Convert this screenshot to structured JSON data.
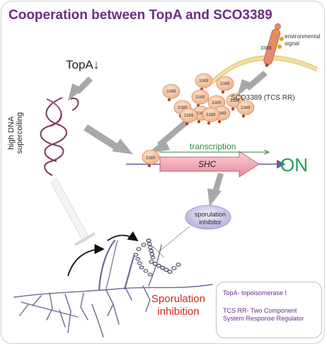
{
  "title": "Cooperation between TopA and SCO3389",
  "topa_label": "TopA↓",
  "high_dna_label": "high DNA supercoiling",
  "env_signal_label": "environmental signal",
  "membrane_protein_label": "3389",
  "sco_label": "SCO3389 (TCS RR)",
  "blob_label": "3389",
  "transcription_label": "transcription",
  "shc_label": "SHC",
  "on_label": "ON",
  "sporulation_inhibitor_label": "sporulation inhibitor",
  "sporulation_inhibition_label": "Sporulation inhibition",
  "legend": {
    "line1": "TopA- topoisomerase I",
    "line2": "TCS RR- Two Component System Response Regulator"
  },
  "colors": {
    "title": "#6b2d84",
    "blob_fill": "#f6c49b",
    "arrow_gray": "#a8a8a8",
    "gene_fill": "#f2a0ae",
    "transcription_green": "#2e8b3a",
    "on_green": "#1aa152",
    "red_text": "#d02a1a",
    "dna_purple": "#7a3a5e",
    "mycelium": "#6e6a90"
  }
}
